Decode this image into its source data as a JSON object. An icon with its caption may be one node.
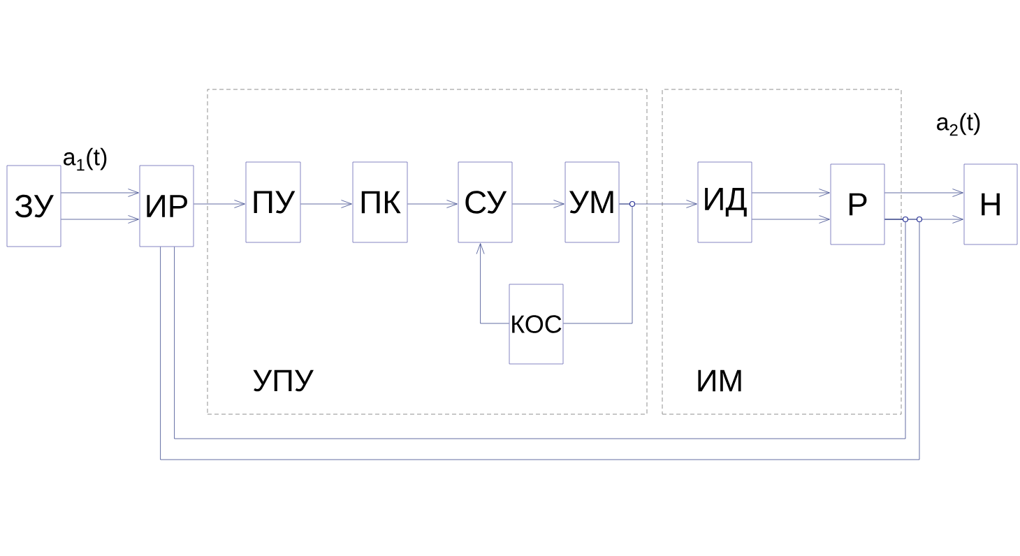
{
  "diagram": {
    "nodes": [
      {
        "text": [
          "УПУ"
        ]
      },
      {
        "text": [
          "ИМ"
        ]
      },
      {
        "text": [
          "ЗУ"
        ]
      },
      {
        "text": [
          "ИР"
        ]
      },
      {
        "text": [
          "ПУ"
        ],
        "in": 0
      },
      {
        "text": [
          "ПК"
        ],
        "in": 0
      },
      {
        "text": [
          "СУ"
        ],
        "in": 0
      },
      {
        "text": [
          "УМ"
        ],
        "in": 0
      },
      {
        "text": [
          "КОС"
        ],
        "in": 0
      },
      {
        "text": [
          "ИД"
        ],
        "in": 1
      },
      {
        "text": [
          "Р"
        ],
        "in": 1
      },
      {
        "text": [
          "Н"
        ]
      }
    ],
    "edges": [
      {
        "from": 2,
        "to": 3,
        "arrow": "to",
        "label": "a$_{1}$(t)"
      },
      {
        "from": 2,
        "to": 3,
        "arrow": "to"
      },
      {
        "from": 3,
        "to": 4,
        "arrow": "to"
      },
      {
        "from": 4,
        "to": 5,
        "arrow": "to"
      },
      {
        "from": 5,
        "to": 6,
        "arrow": "to"
      },
      {
        "from": 6,
        "to": 7,
        "arrow": "to"
      },
      {
        "from": 7,
        "to": 9,
        "arrow": "to"
      },
      {
        "from": 9,
        "to": 10,
        "arrow": "to"
      },
      {
        "from": 9,
        "to": 10,
        "arrow": "to"
      },
      {
        "from": 10,
        "to": 11,
        "arrow": "to",
        "label": "a$_{2}$(t)"
      },
      {
        "from": 10,
        "to": 11,
        "arrow": "to"
      },
      {
        "from": 7,
        "to": 8,
        "arrow": "none"
      },
      {
        "from": 8,
        "to": 6,
        "arrow": "to"
      },
      {
        "from": 10,
        "to": 3,
        "arrow": "none"
      },
      {
        "from": 10,
        "to": 3,
        "arrow": "none"
      }
    ]
  }
}
